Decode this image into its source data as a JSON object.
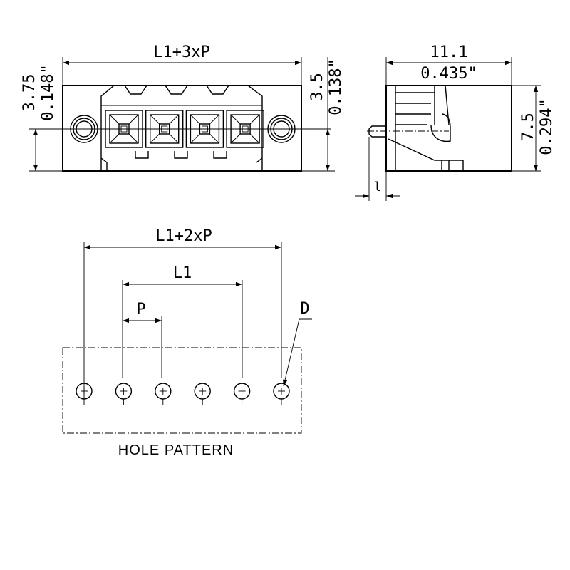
{
  "colors": {
    "ink": "#000000",
    "background": "#ffffff"
  },
  "front_view": {
    "width_dim": "L1+3xP",
    "left_dim_mm": "3.75",
    "left_dim_in": "0.148\"",
    "right_dim_mm": "3.5",
    "right_dim_in": "0.138\"",
    "pole_count": 4
  },
  "side_view": {
    "depth_dim_mm": "11.1",
    "depth_dim_in": "0.435\"",
    "height_dim_mm": "7.5",
    "height_dim_in": "0.294\"",
    "pin_dim": "l"
  },
  "hole_pattern": {
    "title": "HOLE PATTERN",
    "dim_total": "L1+2xP",
    "dim_l1": "L1",
    "dim_p": "P",
    "dim_d": "D",
    "hole_count": 6
  }
}
